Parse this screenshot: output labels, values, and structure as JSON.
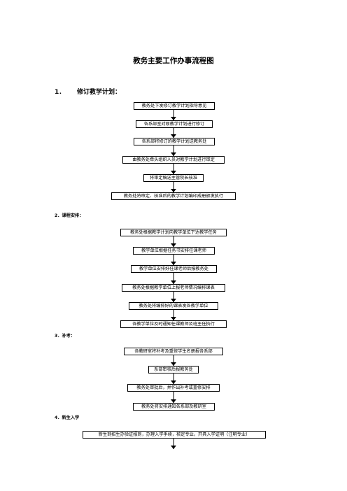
{
  "title": "教务主要工作办事流程图",
  "section1": {
    "number": "1．",
    "label": "修订教学计划："
  },
  "flow1": [
    "教务处下发修订教学计划指导意见",
    "各系部室对原教学计划进行修订",
    "各系部将修订的教学计划送教务处",
    "由教务处牵头组织人员对教学计划进行审定",
    "将审定稿送主管院长核准",
    "教务处将审定、核准后的教学计划编印成册颁发执行"
  ],
  "section2": "2．课程安排：",
  "flow2": [
    "教务处根据教学计划向教学单位下达教学任务",
    "教学单位根据任务书安排任课老师",
    "教学单位安排好任课老师后报教务处",
    "教务处根据教学单位上报老师情况编排课表",
    "教务处将编排好的课表发各教学单位",
    "各教学单位及时通知任课教师及班主任执行"
  ],
  "section3": "3．补考：",
  "flow3": [
    "各教研室将补考及重修学生名册报各系部",
    "系部审核后报教务处",
    "教务处审批后，并作出补考或重修安排",
    "教务处将安排通知各系部及教研室"
  ],
  "section4": "4．新生入学",
  "flow4": [
    "新生到招生办验证报到，办理入学手续，核定专业，开具入学证明（注明专业）"
  ]
}
